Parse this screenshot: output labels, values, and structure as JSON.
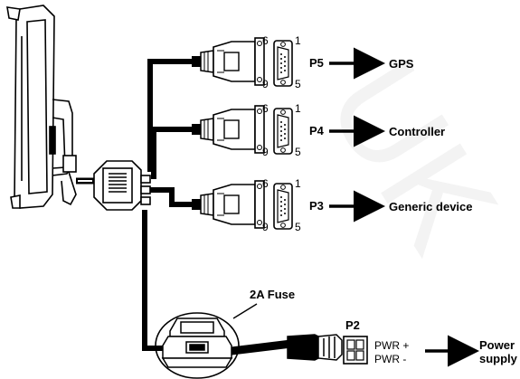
{
  "watermark": "UK",
  "ports": [
    {
      "id": "P5",
      "label": "P5",
      "target": "GPS",
      "pin_tl": "6",
      "pin_tr": "1",
      "pin_bl": "9",
      "pin_br": "5"
    },
    {
      "id": "P4",
      "label": "P4",
      "target": "Controller",
      "pin_tl": "6",
      "pin_tr": "1",
      "pin_bl": "9",
      "pin_br": "5"
    },
    {
      "id": "P3",
      "label": "P3",
      "target": "Generic device",
      "pin_tl": "6",
      "pin_tr": "1",
      "pin_bl": "9",
      "pin_br": "5"
    }
  ],
  "fuse": {
    "label": "2A Fuse"
  },
  "power": {
    "port_label": "P2",
    "pwr_plus": "PWR +",
    "pwr_minus": "PWR -",
    "target_line1": "Power",
    "target_line2": "supply"
  }
}
